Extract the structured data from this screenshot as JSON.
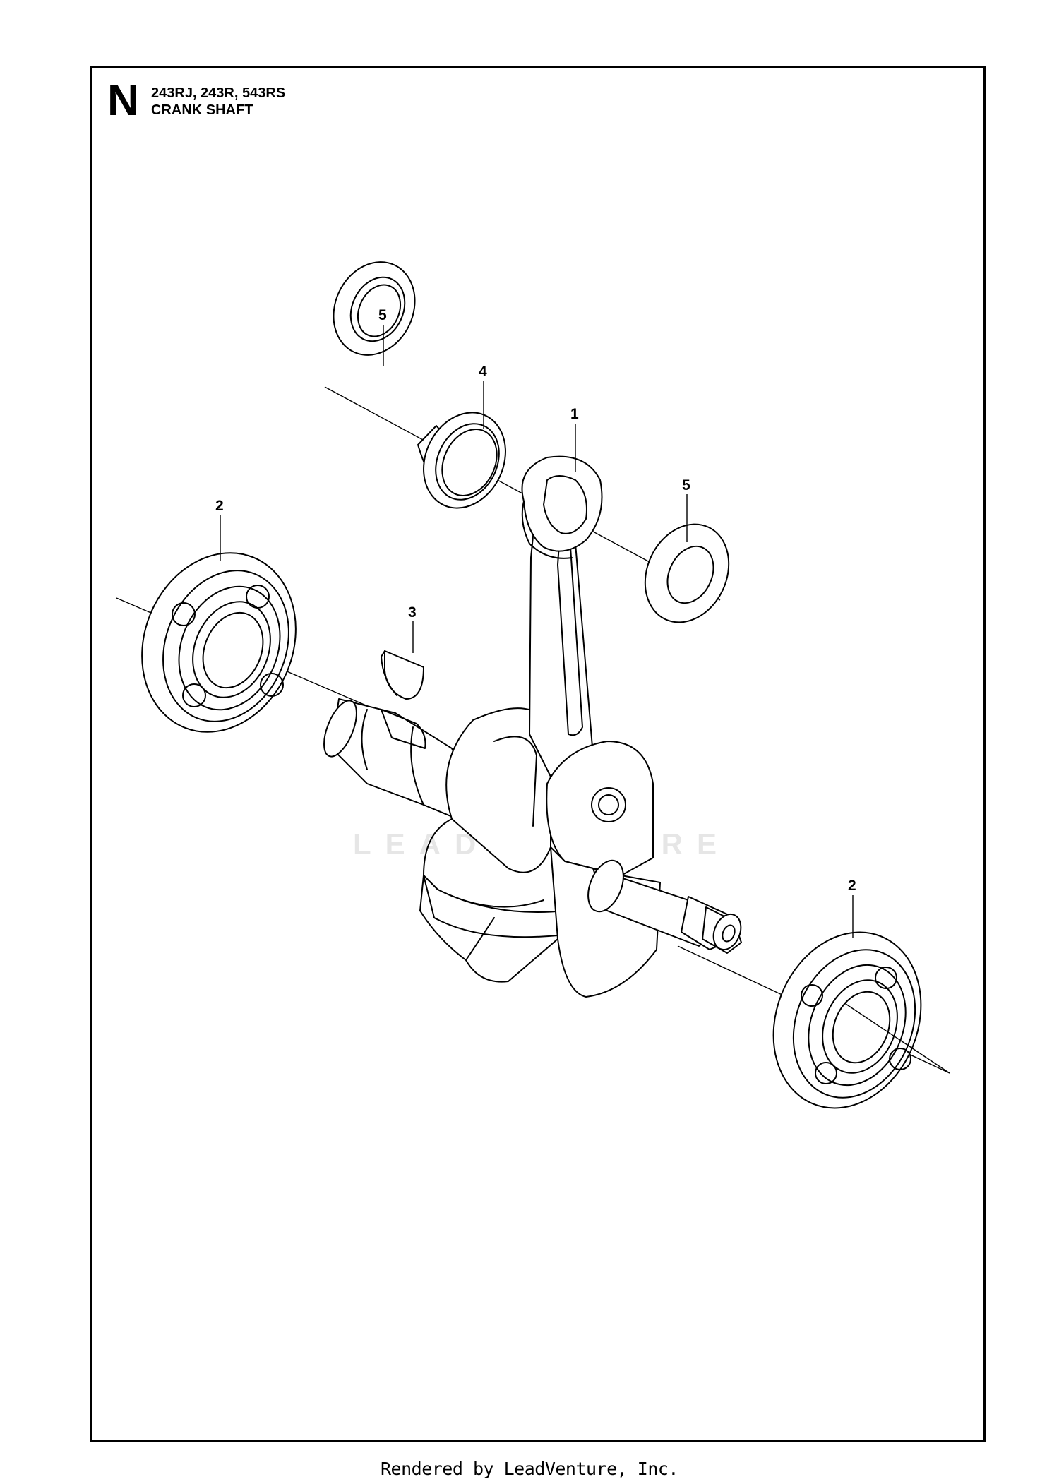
{
  "header": {
    "section_letter": "N",
    "models": "243RJ, 243R, 543RS",
    "title": "CRANK SHAFT"
  },
  "callouts": [
    {
      "label": "1",
      "part": "connecting-rod"
    },
    {
      "label": "2",
      "part": "ball-bearing-left"
    },
    {
      "label": "2",
      "part": "ball-bearing-right"
    },
    {
      "label": "3",
      "part": "woodruff-key"
    },
    {
      "label": "4",
      "part": "needle-bearing"
    },
    {
      "label": "5",
      "part": "thrust-washer-left"
    },
    {
      "label": "5",
      "part": "thrust-washer-right"
    }
  ],
  "watermark": "LEADVENTURE",
  "footer": "Rendered by LeadVenture, Inc.",
  "colors": {
    "line": "#000000",
    "background": "#ffffff",
    "watermark": "#e6e6e6"
  }
}
